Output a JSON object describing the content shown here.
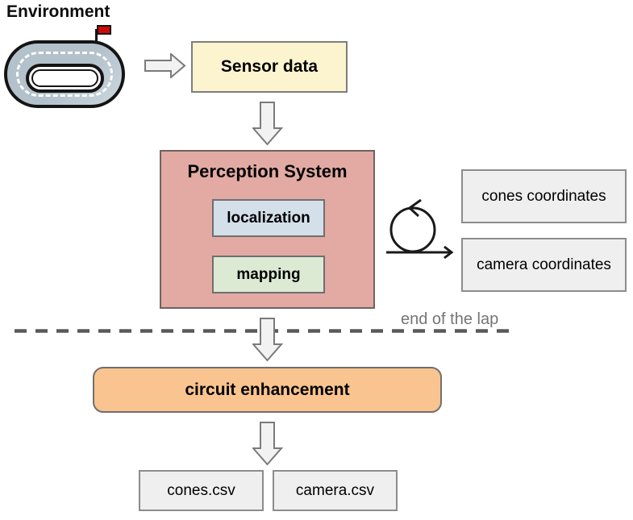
{
  "title": "Environment",
  "annotations": {
    "end_of_lap": "end of the lap"
  },
  "nodes": {
    "sensor": {
      "label": "Sensor data",
      "fill": "#fcf3cf"
    },
    "perception": {
      "label": "Perception System",
      "fill": "#e2aaa3"
    },
    "localization": {
      "label": "localization",
      "fill": "#d3dfe9"
    },
    "mapping": {
      "label": "mapping",
      "fill": "#dcead3"
    },
    "cones_coordinates": {
      "label": "cones coordinates",
      "fill": "#efefef"
    },
    "camera_coordinates": {
      "label": "camera coordinates",
      "fill": "#efefef"
    },
    "circuit_enhancement": {
      "label": "circuit enhancement",
      "fill": "#f9c48f"
    },
    "cones_csv": {
      "label": "cones.csv",
      "fill": "#efefef"
    },
    "camera_csv": {
      "label": "camera.csv",
      "fill": "#efefef"
    }
  },
  "icons": {
    "track": "race-track-with-flag",
    "loop": "lap-loop-arrow",
    "block_arrows": "flow-direction-arrows"
  },
  "colors": {
    "arrow_fill": "#f2f2f2",
    "arrow_stroke": "#7a7a7a",
    "dashed_line": "#595959",
    "annotation_text": "#757575",
    "track_road": "#b7c4ce",
    "flag_red": "#cf0a0a"
  }
}
